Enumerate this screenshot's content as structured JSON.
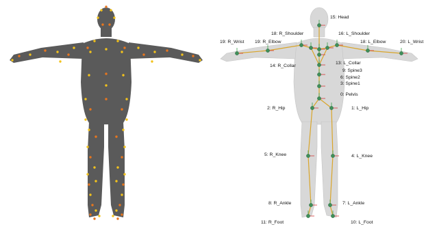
{
  "joints": [
    {
      "id": "15: Head",
      "side": "r"
    },
    {
      "id": "18: R_Shoulder",
      "side": "l"
    },
    {
      "id": "16: L_Shoulder",
      "side": "r"
    },
    {
      "id": "19: R_Wrist",
      "side": "l"
    },
    {
      "id": "19: R_Elbow",
      "side": "l"
    },
    {
      "id": "18: L_Elbow",
      "side": "r"
    },
    {
      "id": "20: L_Wrist",
      "side": "r"
    },
    {
      "id": "14: R_Collar",
      "side": "l"
    },
    {
      "id": "13: L_Collar",
      "side": "r"
    },
    {
      "id": "9: Spine3",
      "side": "r"
    },
    {
      "id": "6: Spine2",
      "side": "r"
    },
    {
      "id": "3: Spine1",
      "side": "r"
    },
    {
      "id": "0: Pelvis",
      "side": "r"
    },
    {
      "id": "2: R_Hip",
      "side": "l"
    },
    {
      "id": "1: L_Hip",
      "side": "r"
    },
    {
      "id": "5: R_Knee",
      "side": "l"
    },
    {
      "id": "4: L_Knee",
      "side": "r"
    },
    {
      "id": "8: R_Ankle",
      "side": "l"
    },
    {
      "id": "7: L_Ankle",
      "side": "r"
    },
    {
      "id": "11: R_Foot",
      "side": "l"
    },
    {
      "id": "10: L_Foot",
      "side": "r"
    }
  ],
  "colors": {
    "dark_body": "#5a5a5a",
    "light_body": "#d8d8d8",
    "marker_orange": "#e8761e",
    "marker_yellow": "#f2c21c",
    "joint_green": "#3f8f5a",
    "bone": "#d9a52a",
    "axis_red": "#d23a3a",
    "axis_green": "#3aa04a"
  }
}
